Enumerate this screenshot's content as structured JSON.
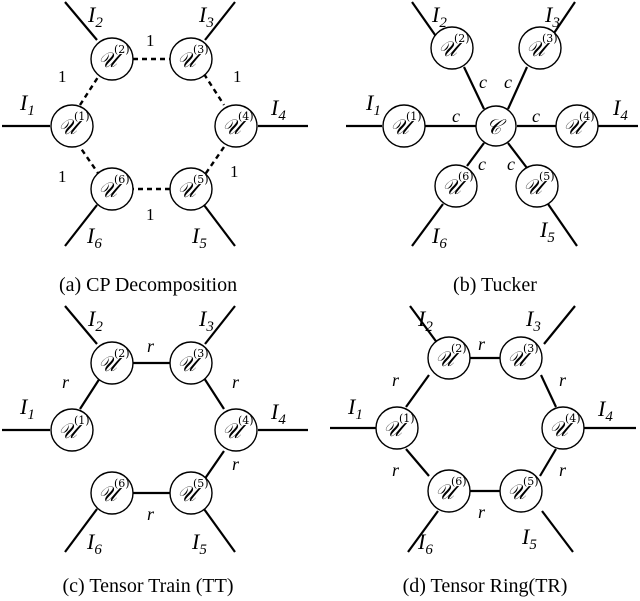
{
  "node_letter": "𝒰",
  "core_letter": "𝒞",
  "mode_letter": "I",
  "panels": [
    {
      "id": "cp",
      "caption": "(a) CP Decomposition",
      "edge_label": "1",
      "nodes": [
        {
          "sup": "(1)",
          "index": "1"
        },
        {
          "sup": "(2)",
          "index": "2"
        },
        {
          "sup": "(3)",
          "index": "3"
        },
        {
          "sup": "(4)",
          "index": "4"
        },
        {
          "sup": "(5)",
          "index": "5"
        },
        {
          "sup": "(6)",
          "index": "6"
        }
      ]
    },
    {
      "id": "tucker",
      "caption": "(b) Tucker",
      "edge_label": "c",
      "nodes": [
        {
          "sup": "(1)",
          "index": "1"
        },
        {
          "sup": "(2)",
          "index": "2"
        },
        {
          "sup": "(3)",
          "index": "3"
        },
        {
          "sup": "(4)",
          "index": "4"
        },
        {
          "sup": "(5)",
          "index": "5"
        },
        {
          "sup": "(6)",
          "index": "6"
        }
      ]
    },
    {
      "id": "tt",
      "caption": "(c) Tensor Train (TT)",
      "edge_label": "r",
      "nodes": [
        {
          "sup": "(1)",
          "index": "1"
        },
        {
          "sup": "(2)",
          "index": "2"
        },
        {
          "sup": "(3)",
          "index": "3"
        },
        {
          "sup": "(4)",
          "index": "4"
        },
        {
          "sup": "(5)",
          "index": "5"
        },
        {
          "sup": "(6)",
          "index": "6"
        }
      ]
    },
    {
      "id": "tr",
      "caption": "(d) Tensor Ring(TR)",
      "edge_label": "r",
      "nodes": [
        {
          "sup": "(1)",
          "index": "1"
        },
        {
          "sup": "(2)",
          "index": "2"
        },
        {
          "sup": "(3)",
          "index": "3"
        },
        {
          "sup": "(4)",
          "index": "4"
        },
        {
          "sup": "(5)",
          "index": "5"
        },
        {
          "sup": "(6)",
          "index": "6"
        }
      ]
    }
  ]
}
